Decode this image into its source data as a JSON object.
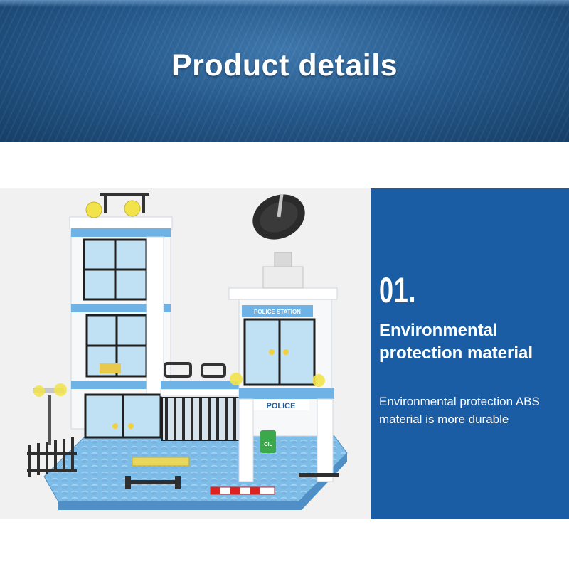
{
  "banner": {
    "title": "Product details"
  },
  "product_image": {
    "sign_station": "POLICE STATION",
    "sign_police": "POLICE",
    "drum_label": "OIL"
  },
  "feature": {
    "number": "01.",
    "title": "Environmental protection material",
    "description": "Environmental protection ABS material is more durable"
  },
  "colors": {
    "banner_blue": "#265a8d",
    "panel_blue": "#1b5da4",
    "brick_blue": "#6fb3e6",
    "brick_yellow": "#f2e34b"
  }
}
